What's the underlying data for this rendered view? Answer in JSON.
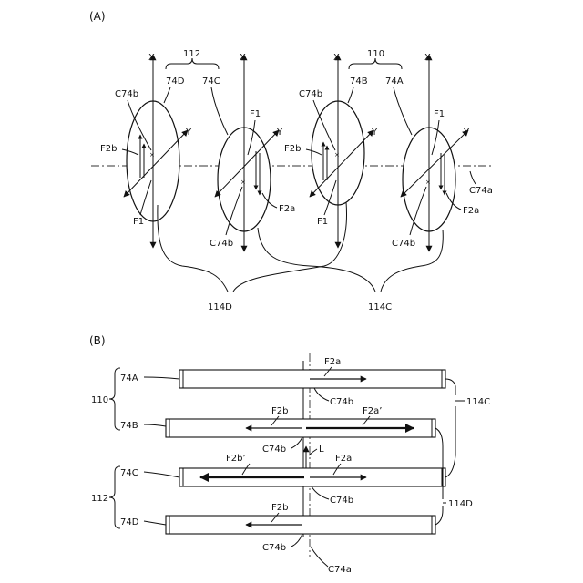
{
  "panel_a": {
    "label": "(A)",
    "axis_x": "X",
    "axis_y": "Y",
    "group_112": "112",
    "group_110": "110",
    "lens_74D": "74D",
    "lens_74C": "74C",
    "lens_74B": "74B",
    "lens_74A": "74A",
    "c74b": "C74b",
    "f1": "F1",
    "f2b": "F2b",
    "f2a": "F2a",
    "c74a": "C74a",
    "bundle_114D": "114D",
    "bundle_114C": "114C"
  },
  "panel_b": {
    "label": "(B)",
    "group_110": "110",
    "group_112": "112",
    "bar_74A": "74A",
    "bar_74B": "74B",
    "bar_74C": "74C",
    "bar_74D": "74D",
    "f2a": "F2a",
    "f2a_prime": "F2a’",
    "f2b": "F2b",
    "f2b_prime": "F2b’",
    "c74b": "C74b",
    "c74a": "C74a",
    "l": "L",
    "bundle_114C": "114C",
    "bundle_114D": "114D"
  }
}
